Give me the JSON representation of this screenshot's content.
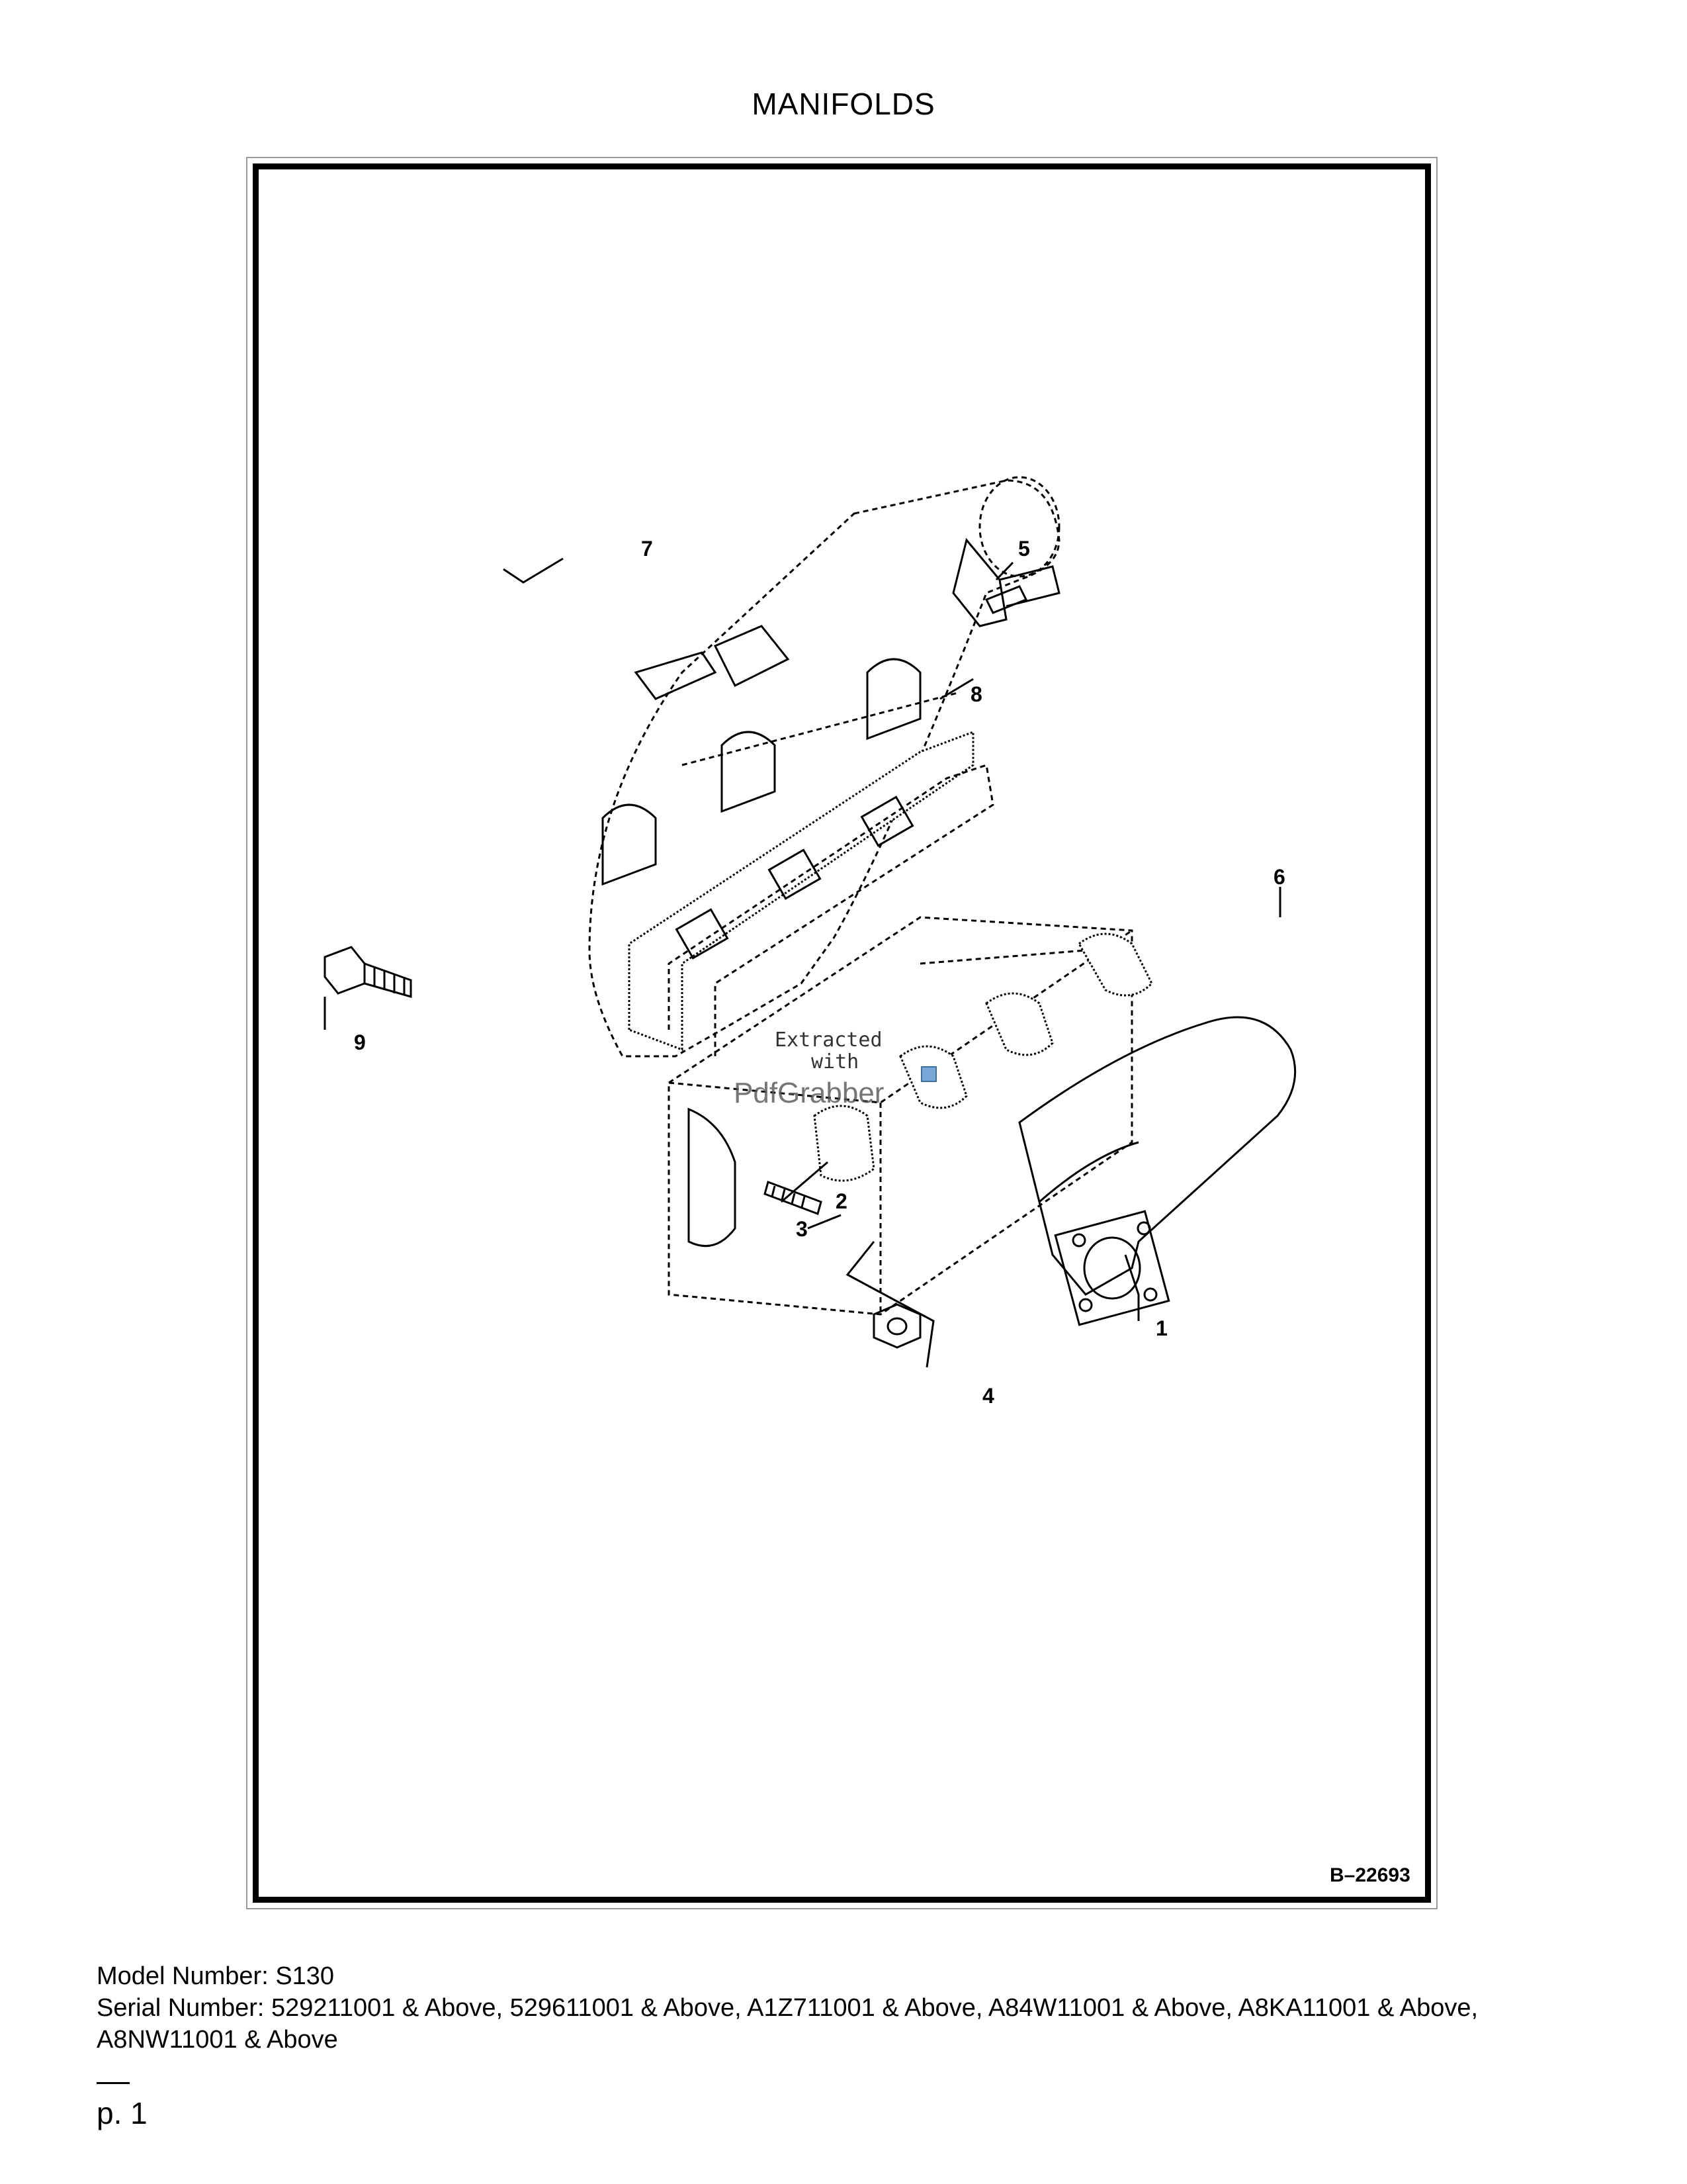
{
  "page": {
    "title": "MANIFOLDS",
    "drawing_number": "B–22693",
    "model_number": "Model Number: S130",
    "serial_number": "Serial Number: 529211001 & Above, 529611001 & Above, A1Z711001 & Above, A84W11001 & Above, A8KA11001 & Above, A8NW11001 & Above",
    "page_number": "p. 1"
  },
  "diagram": {
    "callouts": [
      "1",
      "2",
      "3",
      "4",
      "5",
      "6",
      "7",
      "8",
      "9"
    ],
    "watermark": {
      "line1": "Extracted",
      "line2": "with",
      "line3": "PdfGrabber"
    }
  }
}
